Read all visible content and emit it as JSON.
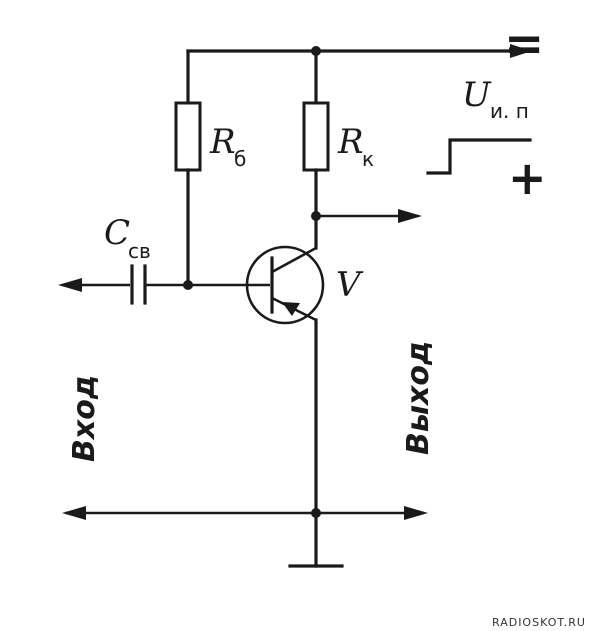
{
  "labels": {
    "rb": "R",
    "rb_sub": "б",
    "rk": "R",
    "rk_sub": "к",
    "ccv": "С",
    "ccv_sub": "св",
    "transistor": "V",
    "supply": "U",
    "supply_sub": "и. п",
    "minus": "=",
    "plus": "+",
    "input": "Вход",
    "output": "Выход"
  },
  "watermark": "RADIOSKOT.RU",
  "colors": {
    "ink": "#1a1a1a",
    "background": "#ffffff"
  }
}
